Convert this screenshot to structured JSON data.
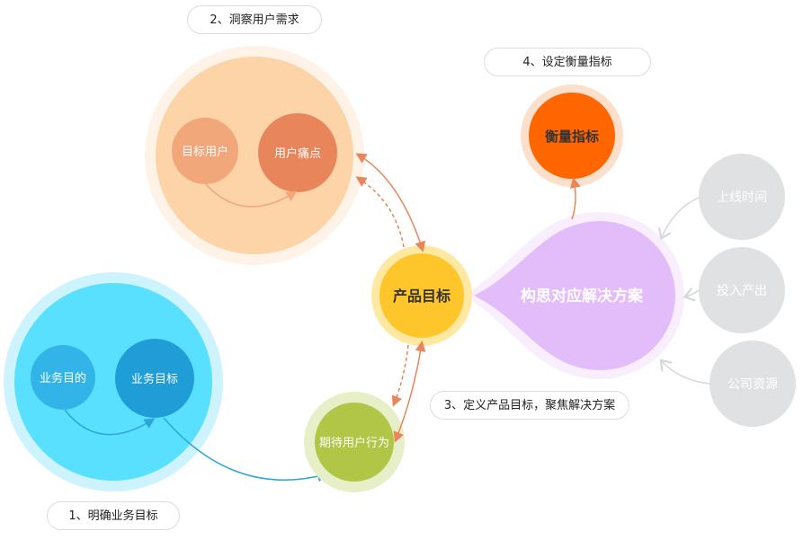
{
  "steps": {
    "step1": "1、明确业务目标",
    "step2": "2、洞察用户需求",
    "step3": "3、定义产品目标，聚焦解决方案",
    "step4": "4、设定衡量指标"
  },
  "nodes": {
    "business_purpose": "业务目的",
    "business_goal": "业务目标",
    "target_user": "目标用户",
    "user_pain": "用户痛点",
    "expected_behavior": "期待用户行为",
    "product_goal": "产品目标",
    "solution": "构思对应解决方案",
    "metrics": "衡量指标",
    "launch_time": "上线时间",
    "roi": "投入产出",
    "company_resources": "公司资源"
  },
  "colors": {
    "arrow": "#e8855a",
    "business_arrow": "#2ea5d8",
    "gray_arrow": "#d5d8da"
  }
}
